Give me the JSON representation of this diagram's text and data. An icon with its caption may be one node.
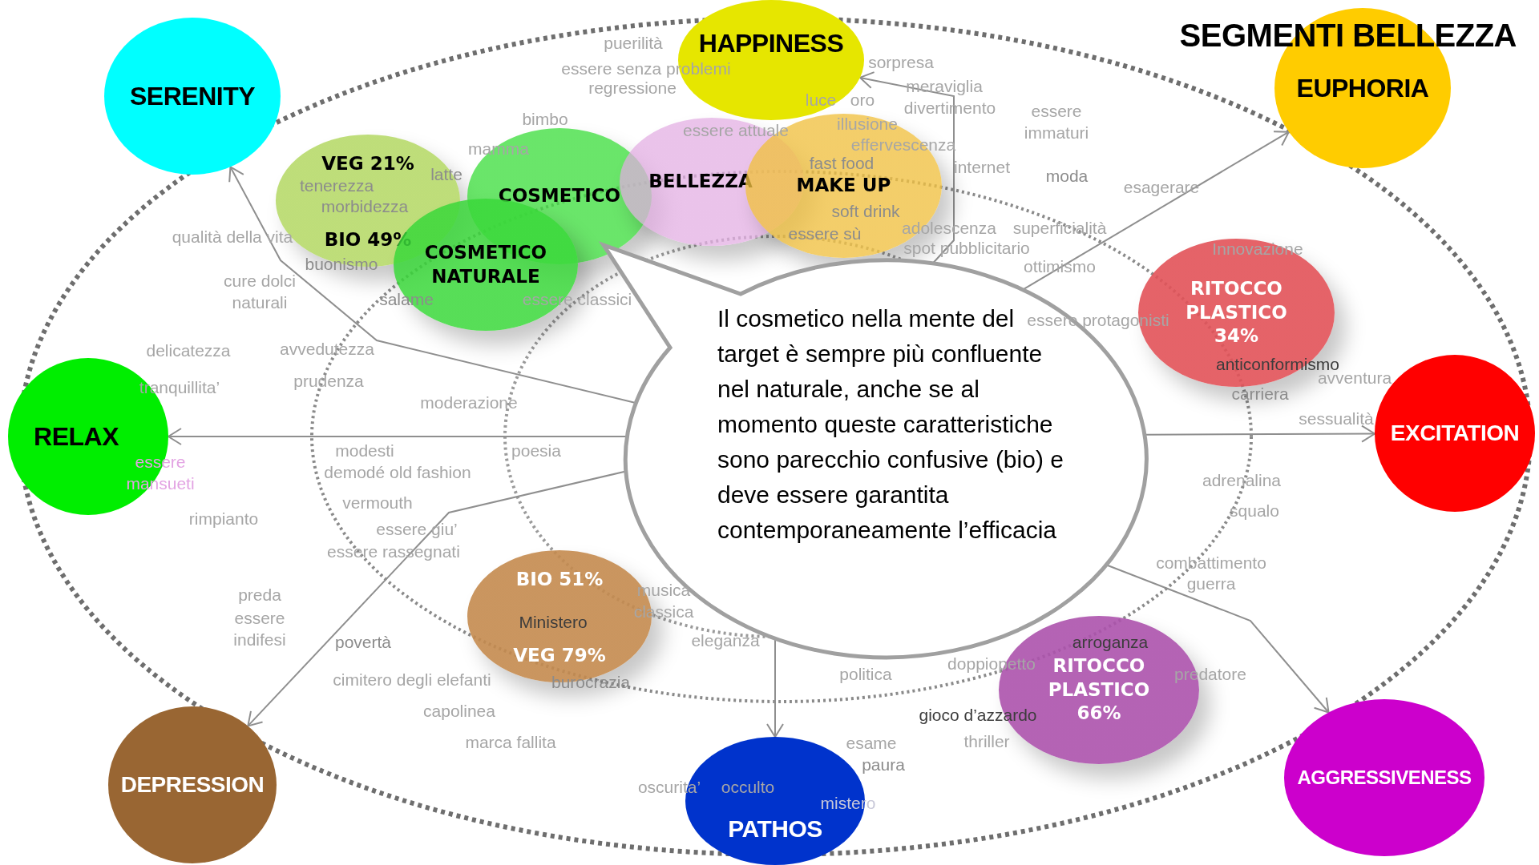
{
  "diagram": {
    "title": "SEGMENTI BELLEZZA",
    "nodes": [
      {
        "text": [
          "SERENITY"
        ]
      },
      {
        "text": [
          "HAPPINESS"
        ]
      },
      {
        "text": [
          "EUPHORIA"
        ]
      },
      {
        "text": [
          "VEG 21%",
          "BIO 49%"
        ]
      },
      {
        "text": [
          "COSMETICO"
        ]
      },
      {
        "text": [
          "BELLEZZA"
        ]
      },
      {
        "text": [
          "MAKE UP"
        ]
      },
      {
        "text": [
          "COSMETICO NATURALE"
        ]
      },
      {
        "text": [
          "RITOCCO PLASTICO 34%"
        ]
      },
      {
        "text": [
          "Il cosmetico nella mente del target è sempre più confluente nel naturale, anche se al momento queste caratteristiche sono parecchio confusive (bio) e deve essere garantita contemporaneamente l’efficacia"
        ]
      },
      {
        "text": [
          "RELAX"
        ]
      },
      {
        "text": [
          "EXCITATION"
        ]
      },
      {
        "text": [
          "BIO 51%",
          "VEG 79%"
        ]
      },
      {
        "text": [
          "RITOCCO PLASTICO 66%"
        ]
      },
      {
        "text": [
          "DEPRESSION"
        ]
      },
      {
        "text": [
          "PATHOS"
        ]
      },
      {
        "text": [
          "AGGRESSIVENESS"
        ]
      }
    ],
    "edges": [
      {
        "from": 9,
        "to": 0,
        "arrow": "to"
      },
      {
        "from": 9,
        "to": 1,
        "arrow": "to"
      },
      {
        "from": 9,
        "to": 2,
        "arrow": "to"
      },
      {
        "from": 9,
        "to": 11,
        "arrow": "to"
      },
      {
        "from": 9,
        "to": 16,
        "arrow": "to"
      },
      {
        "from": 9,
        "to": 15,
        "arrow": "to"
      },
      {
        "from": 9,
        "to": 14,
        "arrow": "to"
      },
      {
        "from": 9,
        "to": 10,
        "arrow": "to"
      }
    ],
    "labels": [
      "puerilità",
      "essere senza problemi",
      "regressione",
      "sorpresa",
      "meraviglia",
      "divertimento",
      "luce",
      "oro",
      "essere immaturi",
      "bimbo",
      "essere attuale",
      "illusione",
      "mamma",
      "effervescenza",
      "moda",
      "internet",
      "esagerare",
      "tenerezza",
      "latte",
      "fast food",
      "morbidezza",
      "soft drink",
      "adolescenza",
      "superficialità",
      "essere sù",
      "qualità della vita",
      "spot pubblicitario",
      "Innovazione",
      "buonismo",
      "ottimismo",
      "cure dolci naturali",
      "salame",
      "essere classici",
      "essere protagonisti",
      "delicatezza",
      "avvedutezza",
      "anticonformismo",
      "avventura",
      "prudenza",
      "tranquillita’",
      "carriera",
      "moderazione",
      "sessualità",
      "essere mansueti",
      "modesti",
      "poesia",
      "demodé old fashion",
      "adrenalina",
      "vermouth",
      "squalo",
      "rimpianto",
      "essere giu’",
      "essere rassegnati",
      "musica classica",
      "preda",
      "essere indifesi",
      "Ministero",
      "eleganza",
      "povertà",
      "arroganza",
      "doppiopetto",
      "politica",
      "predatore",
      "burocrazia",
      "cimitero degli elefanti",
      "gioco d’azzardo",
      "capolinea",
      "marca fallita",
      "esame",
      "thriller",
      "paura",
      "oscurita’",
      "occulto",
      "mistero",
      "combattimento",
      "guerra"
    ]
  }
}
